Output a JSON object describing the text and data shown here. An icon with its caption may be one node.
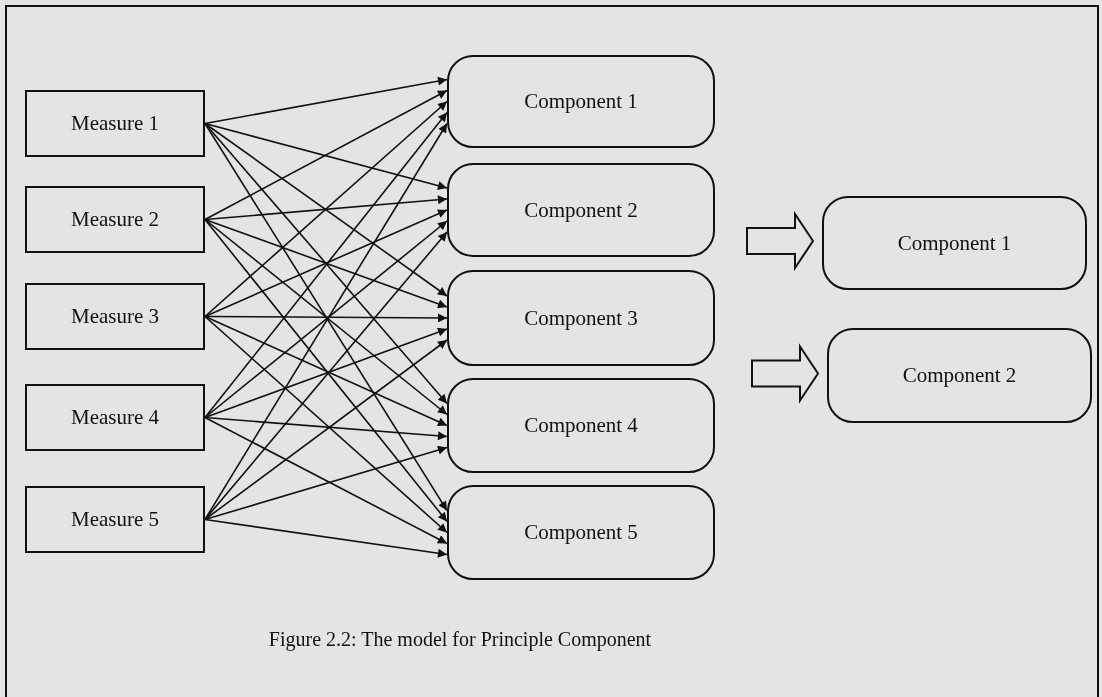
{
  "diagram": {
    "caption": "Figure 2.2: The model for Principle Component",
    "nodes": [
      {
        "text": [
          "Measure 1"
        ]
      },
      {
        "text": [
          "Measure 2"
        ]
      },
      {
        "text": [
          "Measure 3"
        ]
      },
      {
        "text": [
          "Measure 4"
        ]
      },
      {
        "text": [
          "Measure 5"
        ]
      },
      {
        "text": [
          "Component 1"
        ]
      },
      {
        "text": [
          "Component 2"
        ]
      },
      {
        "text": [
          "Component 3"
        ]
      },
      {
        "text": [
          "Component 4"
        ]
      },
      {
        "text": [
          "Component 5"
        ]
      },
      {
        "text": [
          "Component 1"
        ]
      },
      {
        "text": [
          "Component 2"
        ]
      }
    ],
    "edges": [
      {
        "from": 0,
        "to": 5,
        "arrow": "to"
      },
      {
        "from": 0,
        "to": 6,
        "arrow": "to"
      },
      {
        "from": 0,
        "to": 7,
        "arrow": "to"
      },
      {
        "from": 0,
        "to": 8,
        "arrow": "to"
      },
      {
        "from": 0,
        "to": 9,
        "arrow": "to"
      },
      {
        "from": 1,
        "to": 5,
        "arrow": "to"
      },
      {
        "from": 1,
        "to": 6,
        "arrow": "to"
      },
      {
        "from": 1,
        "to": 7,
        "arrow": "to"
      },
      {
        "from": 1,
        "to": 8,
        "arrow": "to"
      },
      {
        "from": 1,
        "to": 9,
        "arrow": "to"
      },
      {
        "from": 2,
        "to": 5,
        "arrow": "to"
      },
      {
        "from": 2,
        "to": 6,
        "arrow": "to"
      },
      {
        "from": 2,
        "to": 7,
        "arrow": "to"
      },
      {
        "from": 2,
        "to": 8,
        "arrow": "to"
      },
      {
        "from": 2,
        "to": 9,
        "arrow": "to"
      },
      {
        "from": 3,
        "to": 5,
        "arrow": "to"
      },
      {
        "from": 3,
        "to": 6,
        "arrow": "to"
      },
      {
        "from": 3,
        "to": 7,
        "arrow": "to"
      },
      {
        "from": 3,
        "to": 8,
        "arrow": "to"
      },
      {
        "from": 3,
        "to": 9,
        "arrow": "to"
      },
      {
        "from": 4,
        "to": 5,
        "arrow": "to"
      },
      {
        "from": 4,
        "to": 6,
        "arrow": "to"
      },
      {
        "from": 4,
        "to": 7,
        "arrow": "to"
      },
      {
        "from": 4,
        "to": 8,
        "arrow": "to"
      },
      {
        "from": 4,
        "to": 9,
        "arrow": "to"
      },
      {
        "from": null,
        "to": 10,
        "arrow": "to"
      },
      {
        "from": null,
        "to": 11,
        "arrow": "to"
      }
    ]
  }
}
